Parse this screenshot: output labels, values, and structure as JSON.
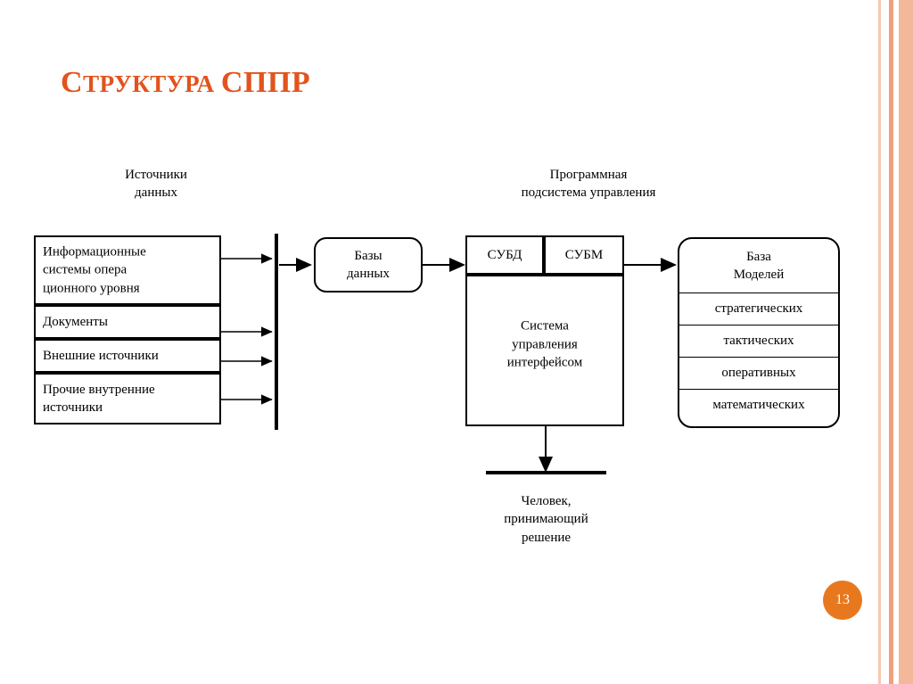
{
  "slide": {
    "title_main": "С",
    "title_rest": "ТРУКТУРА ",
    "title_abbr_first": "СППР",
    "title_full": "Структура СППР",
    "page_number": "13",
    "accent_color": "#e2531d",
    "badge_color": "#e8781e"
  },
  "diagram": {
    "captions": {
      "data_sources": "Источники\nданных",
      "software_subsystem": "Программная\nподсистема управления",
      "decision_maker": "Человек,\nпринимающий\nрешение"
    },
    "source_boxes": [
      {
        "label": "Информационные\nсистемы опера\nционного уровня"
      },
      {
        "label": "Документы"
      },
      {
        "label": "Внешние источники"
      },
      {
        "label": "Прочие внутренние\nисточники"
      }
    ],
    "database_box": {
      "label": "Базы\nданных"
    },
    "dbms_box": {
      "label": "СУБД"
    },
    "mbms_box": {
      "label": "СУБМ"
    },
    "interface_box": {
      "label": "Система\nуправления\nинтерфейсом"
    },
    "model_base": {
      "header": "База\nМоделей",
      "rows": [
        {
          "label": "стратегических"
        },
        {
          "label": "тактических"
        },
        {
          "label": "оперативных"
        },
        {
          "label": "математических"
        }
      ]
    }
  }
}
